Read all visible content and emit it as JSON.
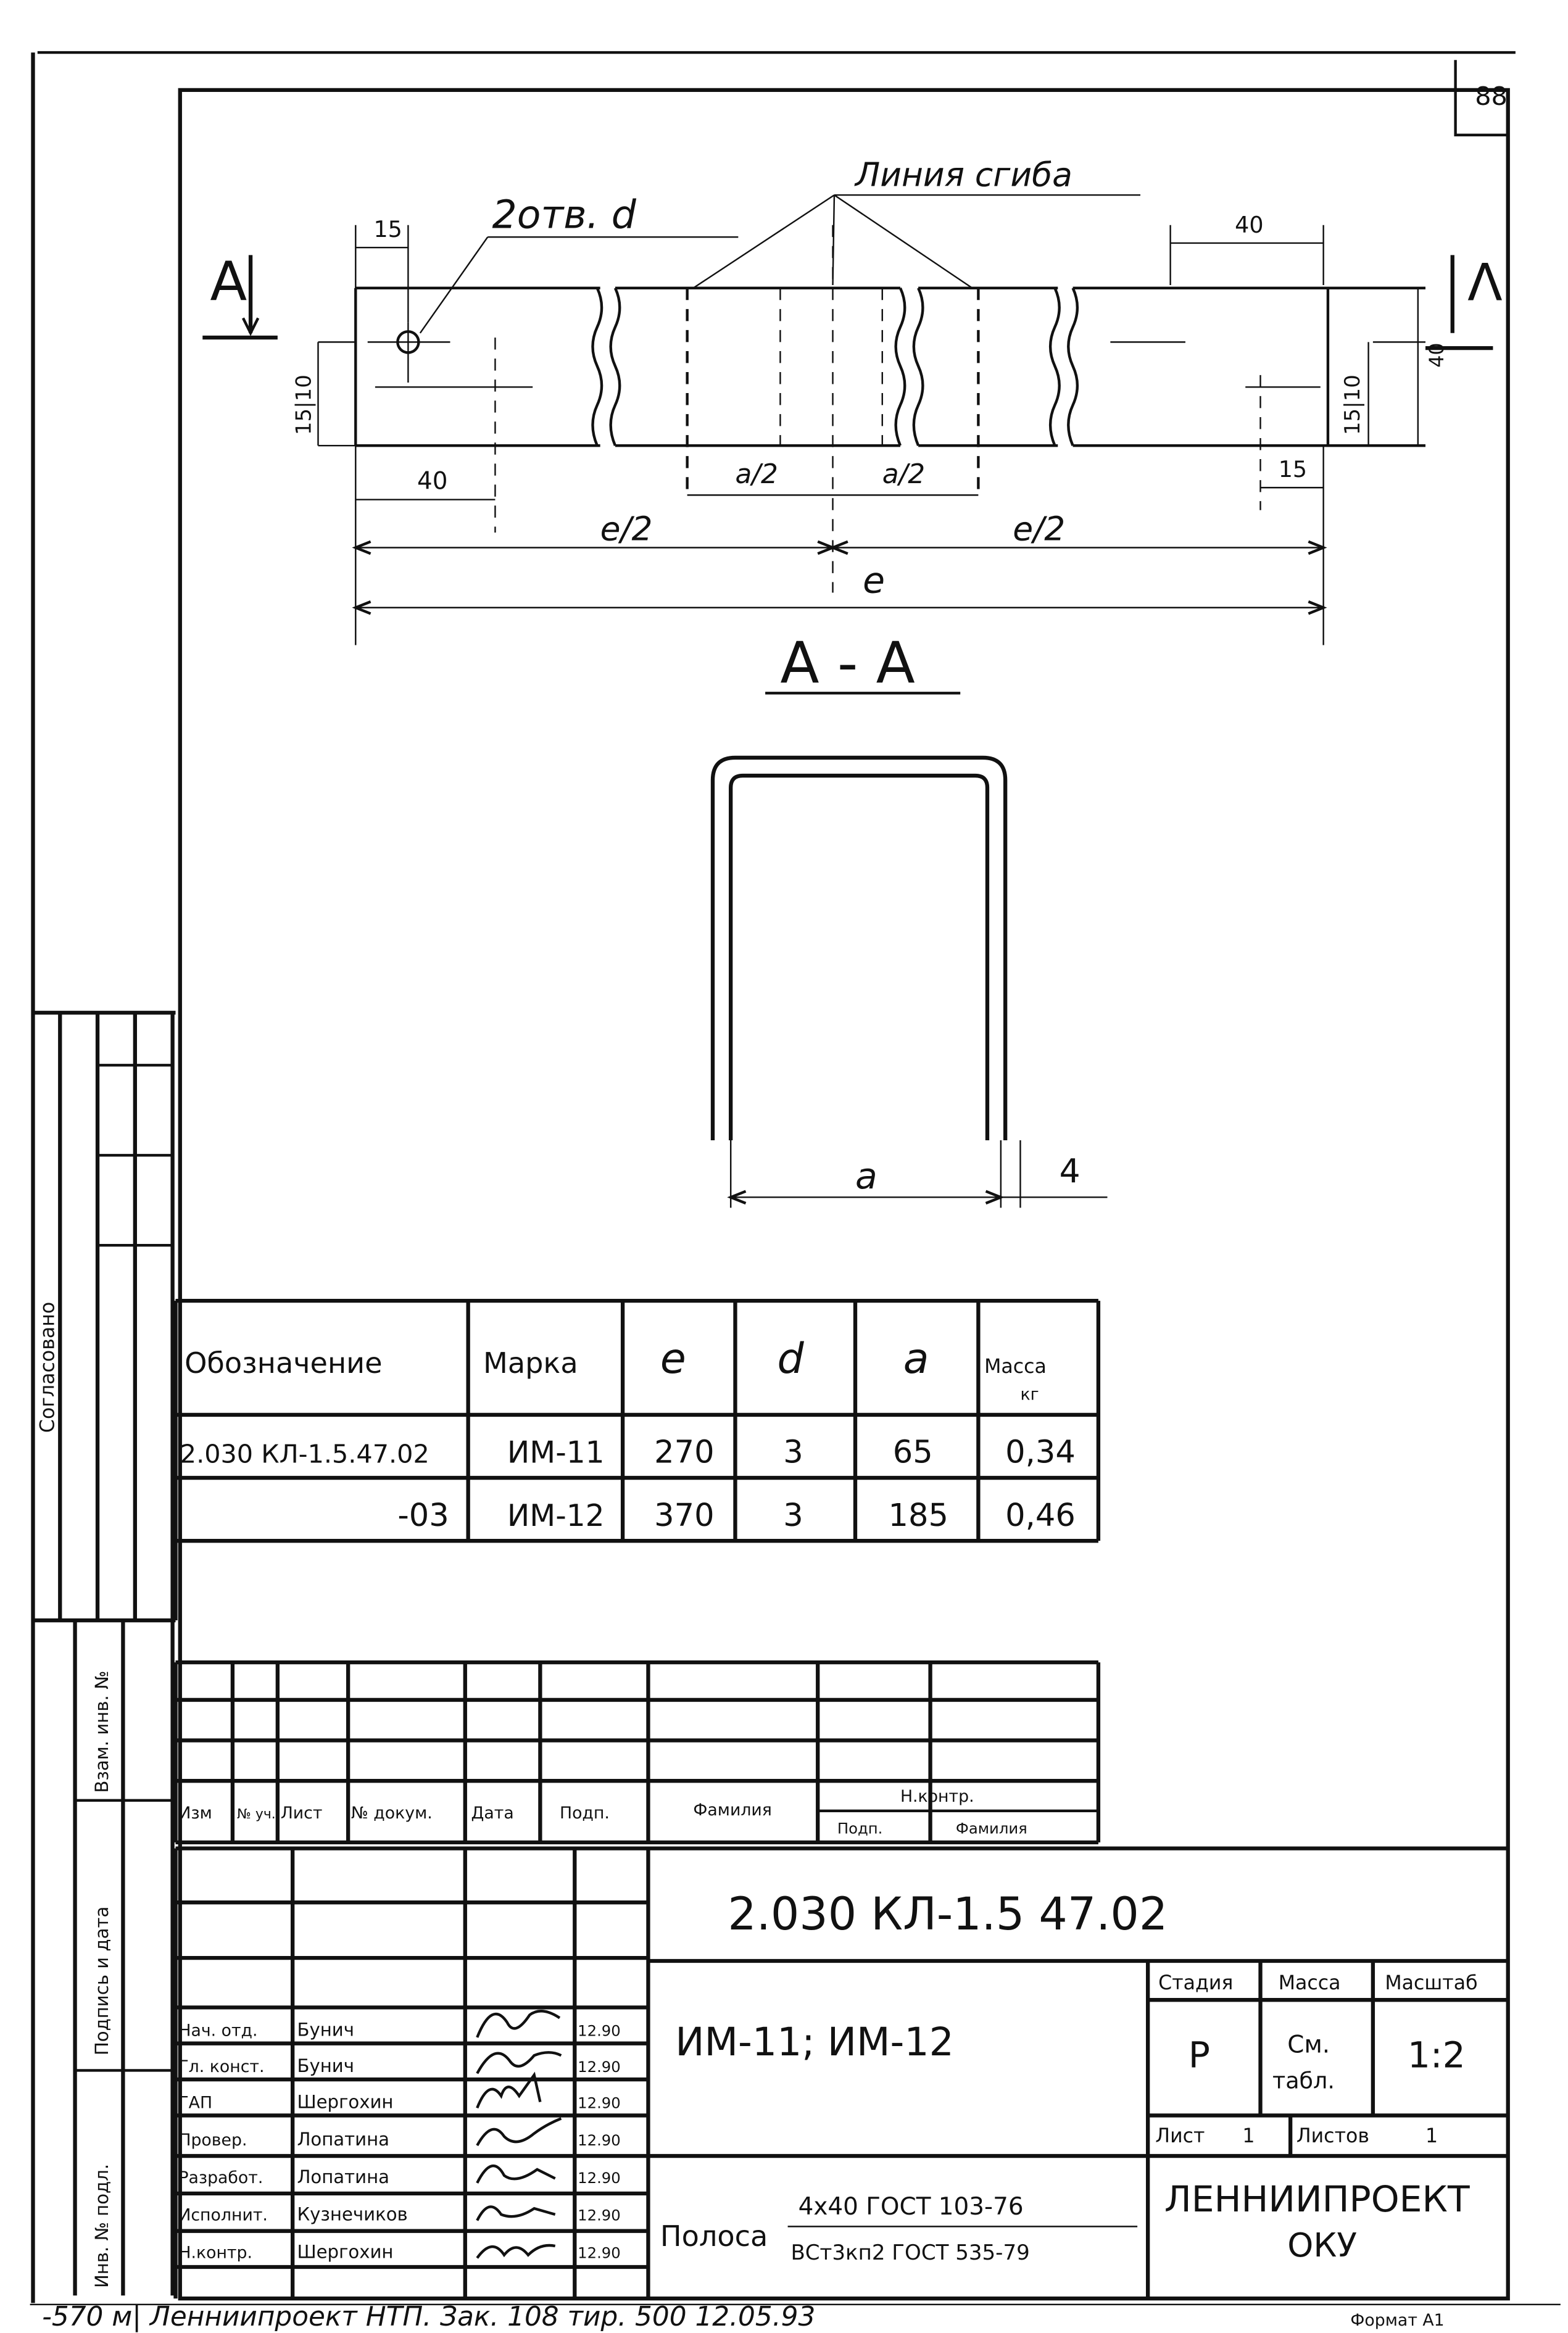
{
  "page_number": "88",
  "top_view": {
    "section_mark_left": "А",
    "section_mark_right": "Λ",
    "hole_edge_dim": "15",
    "hole_label": "2отв. d",
    "bend_line_label": "Линия сгиба",
    "right_dim_top": "40",
    "left_height_dim": "15|10",
    "right_height_dim": "15|10",
    "right_tick_dim": "40",
    "left_dim_bottom": "40",
    "half_a_left": "a/2",
    "half_a_right": "a/2",
    "right_edge_dim": "15",
    "half_l_left": "e/2",
    "half_l_right": "e/2",
    "total_l": "e"
  },
  "section_view": {
    "title": "А - А",
    "width_label": "a",
    "thickness_label": "4"
  },
  "parts_table": {
    "headers": [
      "Обозначение",
      "Марка",
      "e",
      "d",
      "a",
      "Масса",
      "кг"
    ],
    "rows": [
      [
        "2.030 КЛ-1.5.47.02",
        "ИМ-11",
        "270",
        "3",
        "65",
        "0,34"
      ],
      [
        "-03",
        "ИМ-12",
        "370",
        "3",
        "185",
        "0,46"
      ]
    ]
  },
  "revision_table": {
    "headers": [
      "Изм",
      "№ уч.",
      "Лист",
      "№ докум.",
      "Дата",
      "Подп.",
      "Фамилия",
      "Н.контр.",
      "Подп.",
      "Фамилия"
    ]
  },
  "title_block": {
    "designation": "2.030 КЛ-1.5  47.02",
    "product_name": "ИМ-11; ИМ-12",
    "stage_header": "Стадия",
    "mass_header": "Масса",
    "scale_header": "Масштаб",
    "stage_value": "Р",
    "mass_value_1": "См.",
    "mass_value_2": "табл.",
    "scale_value": "1:2",
    "sheet_label": "Лист",
    "sheet_value": "1",
    "sheets_label": "Листов",
    "sheets_value": "1",
    "material_label": "Полоса",
    "material_top": "4х40 ГОСТ 103-76",
    "material_bottom": "ВСт3кп2 ГОСТ 535-79",
    "organization": "ЛЕННИИПРОЕКТ",
    "department": "ОКУ",
    "signatures": [
      {
        "role": "Нач. отд.",
        "name": "Бунич",
        "date": "12.90"
      },
      {
        "role": "Гл. конст.",
        "name": "Бунич",
        "date": "12.90"
      },
      {
        "role": "ГАП",
        "name": "Шергохин",
        "date": "12.90"
      },
      {
        "role": "Провер.",
        "name": "Лопатина",
        "date": "12.90"
      },
      {
        "role": "Разработ.",
        "name": "Лопатина",
        "date": "12.90"
      },
      {
        "role": "Исполнит.",
        "name": "Кузнечиков",
        "date": "12.90"
      },
      {
        "role": "Н.контр.",
        "name": "Шергохин",
        "date": "12.90"
      }
    ]
  },
  "left_strip": {
    "agreed": "Согласовано",
    "replaced_inv": "Взам. инв. №",
    "sign_date": "Подпись и дата",
    "inv_orig": "Инв. № подл."
  },
  "footer": {
    "print_note": "-570 м|  Ленниипроект  НТП. Зак. 108  тир. 500  12.05.93",
    "format": "Формат А1"
  }
}
